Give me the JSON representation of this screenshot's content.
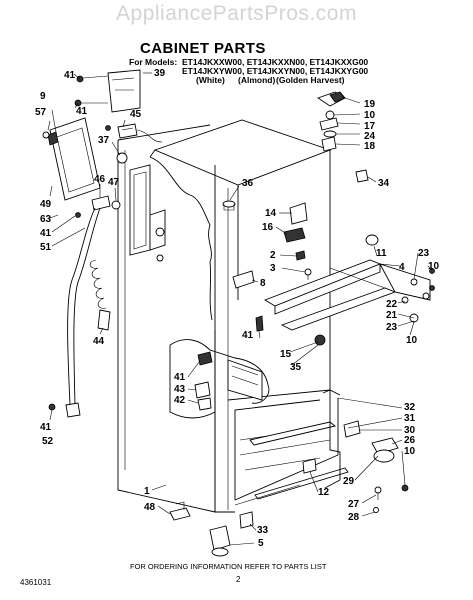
{
  "watermark": "AppliancePartsPros.com",
  "title": "CABINET PARTS",
  "models": {
    "prefix": "For Models:",
    "row1": "ET14JKXXW00, ET14JKXXN00, ET14JKXXG00",
    "row2": "ET14JKXYW00, ET14JKXYN00, ET14JKXYG00",
    "colors": [
      "(White)",
      "(Almond)",
      "(Golden Harvest)"
    ]
  },
  "callouts": {
    "c41a": "41",
    "c39": "39",
    "c9": "9",
    "c57": "57",
    "c41b": "41",
    "c45": "45",
    "c37": "37",
    "c49": "49",
    "c46": "46",
    "c47": "47",
    "c63": "63",
    "c41c": "41",
    "c51": "51",
    "c44": "44",
    "c41d": "41",
    "c52": "52",
    "c19": "19",
    "c10a": "10",
    "c17": "17",
    "c24": "24",
    "c18": "18",
    "c34": "34",
    "c36": "36",
    "c14": "14",
    "c16": "16",
    "c11": "11",
    "c4": "4",
    "c2": "2",
    "c3": "3",
    "c8": "8",
    "c23a": "23",
    "c10b": "10",
    "c22": "22",
    "c21": "21",
    "c23b": "23",
    "c10c": "10",
    "c41e": "41",
    "c15": "15",
    "c35": "35",
    "c41f": "41",
    "c43": "43",
    "c42": "42",
    "c32": "32",
    "c31": "31",
    "c30": "30",
    "c26": "26",
    "c10d": "10",
    "c1": "1",
    "c12": "12",
    "c29": "29",
    "c27": "27",
    "c28": "28",
    "c48": "48",
    "c33": "33",
    "c5": "5"
  },
  "footer": {
    "note": "FOR ORDERING INFORMATION REFER TO PARTS LIST",
    "page": "2",
    "doc": "4361031"
  }
}
